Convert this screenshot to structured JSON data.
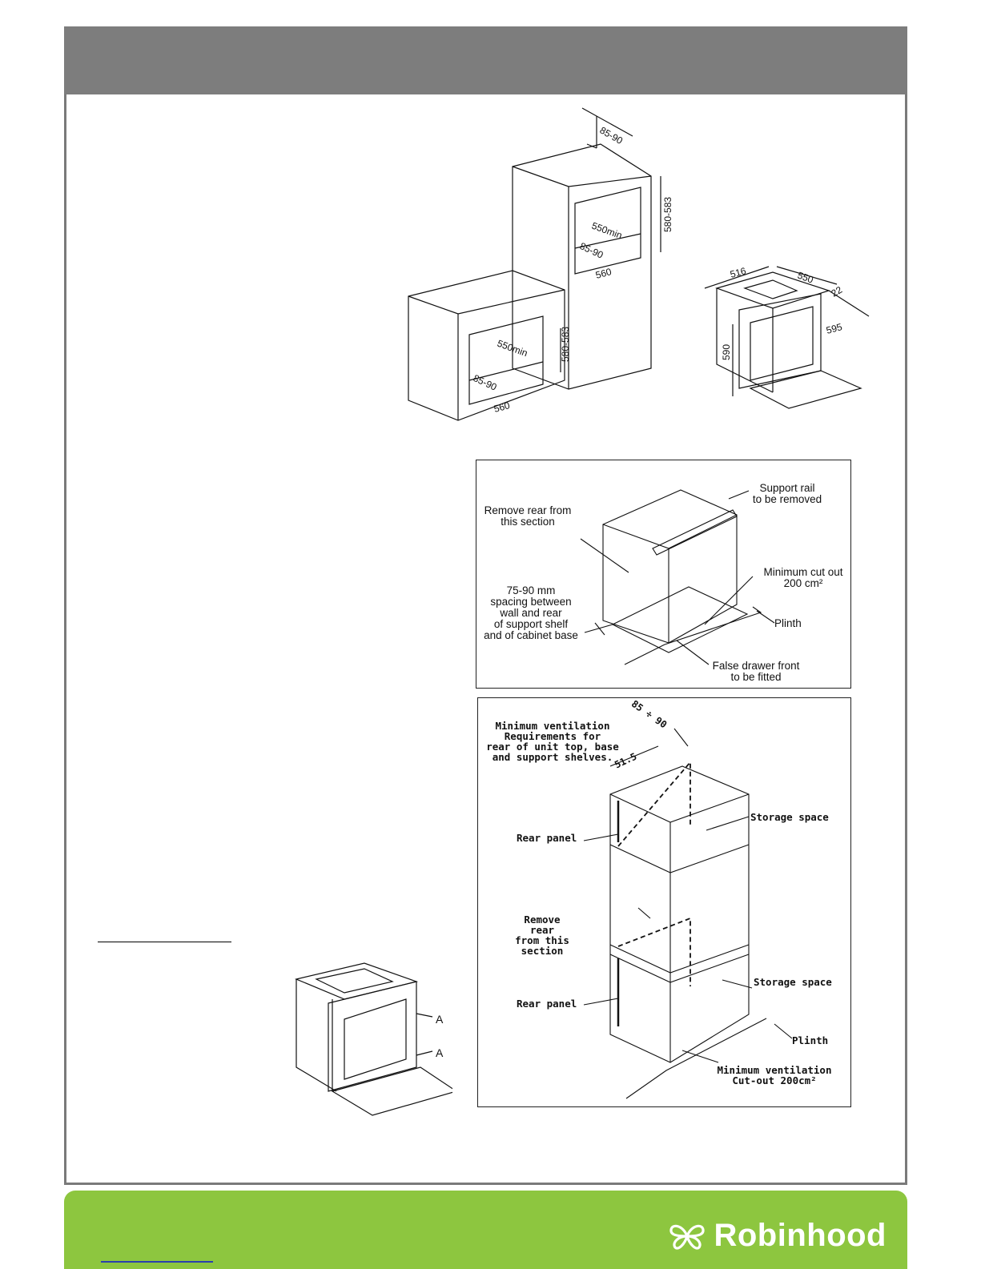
{
  "brand": {
    "name": "Robinhood",
    "logo_icon": "butterfly-logo-icon",
    "color": "#8dc63f"
  },
  "colors": {
    "header": "#7d7d7d",
    "footer": "#8dc63f",
    "frame": "#7a7a7a"
  },
  "cabinet_diagram": {
    "dims": [
      "85-90",
      "580-583",
      "550min",
      "85-90",
      "560",
      "580-583",
      "550min",
      "85-90",
      "560"
    ]
  },
  "oven_dims": {
    "d516": "516",
    "d550": "550",
    "d22": "22",
    "d595": "595",
    "d590": "590"
  },
  "cutout_panel": {
    "remove_rear": "Remove rear from\nthis section",
    "support_rail": "Support rail\nto be removed",
    "spacing": "75-90 mm\nspacing between\nwall and rear\nof support shelf\nand of cabinet base",
    "min_cutout": "Minimum cut out\n200 cm²",
    "plinth": "Plinth",
    "false_drawer": "False drawer front\nto be fitted"
  },
  "ventilation_panel": {
    "title": "Minimum ventilation\nRequirements for\nrear of unit top, base\nand support shelves.",
    "dim_top": "85 ÷ 90",
    "dim_depth": "51.5",
    "rear_panel_1": "Rear panel",
    "storage_1": "Storage space",
    "remove_rear": "Remove rear\nfrom this\nsection",
    "rear_panel_2": "Rear panel",
    "storage_2": "Storage space",
    "plinth": "Plinth",
    "min_vent": "Minimum ventilation\nCut-out 200cm²"
  },
  "oven_fixing": {
    "a1": "A",
    "a2": "A"
  }
}
